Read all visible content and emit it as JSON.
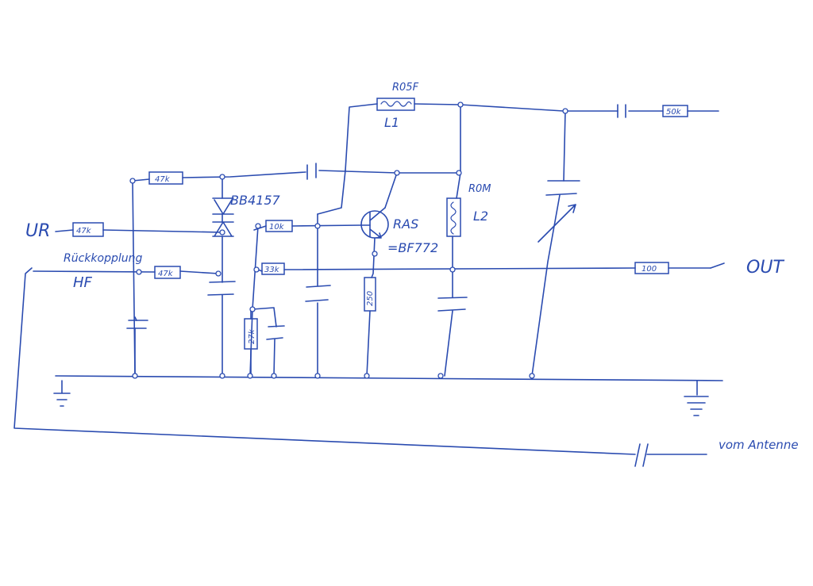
{
  "labels": {
    "ur": "UR",
    "rueckkopplung": "Rückkopplung",
    "hf": "HF",
    "r47k_top": "47k",
    "r47k_left": "47k",
    "r47k_mid": "47k",
    "diode": "BB4157",
    "r10k": "10k",
    "r33k": "33k",
    "r27k": "27k",
    "r2_50": "250",
    "transistor": "RAS",
    "transistor_type": "=BF772",
    "r05f": "R05F",
    "l1": "L1",
    "r0m": "R0M",
    "l2": "L2",
    "r_out": "100",
    "r_ant": "50k",
    "out": "OUT",
    "antenna": "vom Antenne"
  },
  "colors": {
    "ink": "#2a4bb0",
    "paper": "#ffffff"
  }
}
